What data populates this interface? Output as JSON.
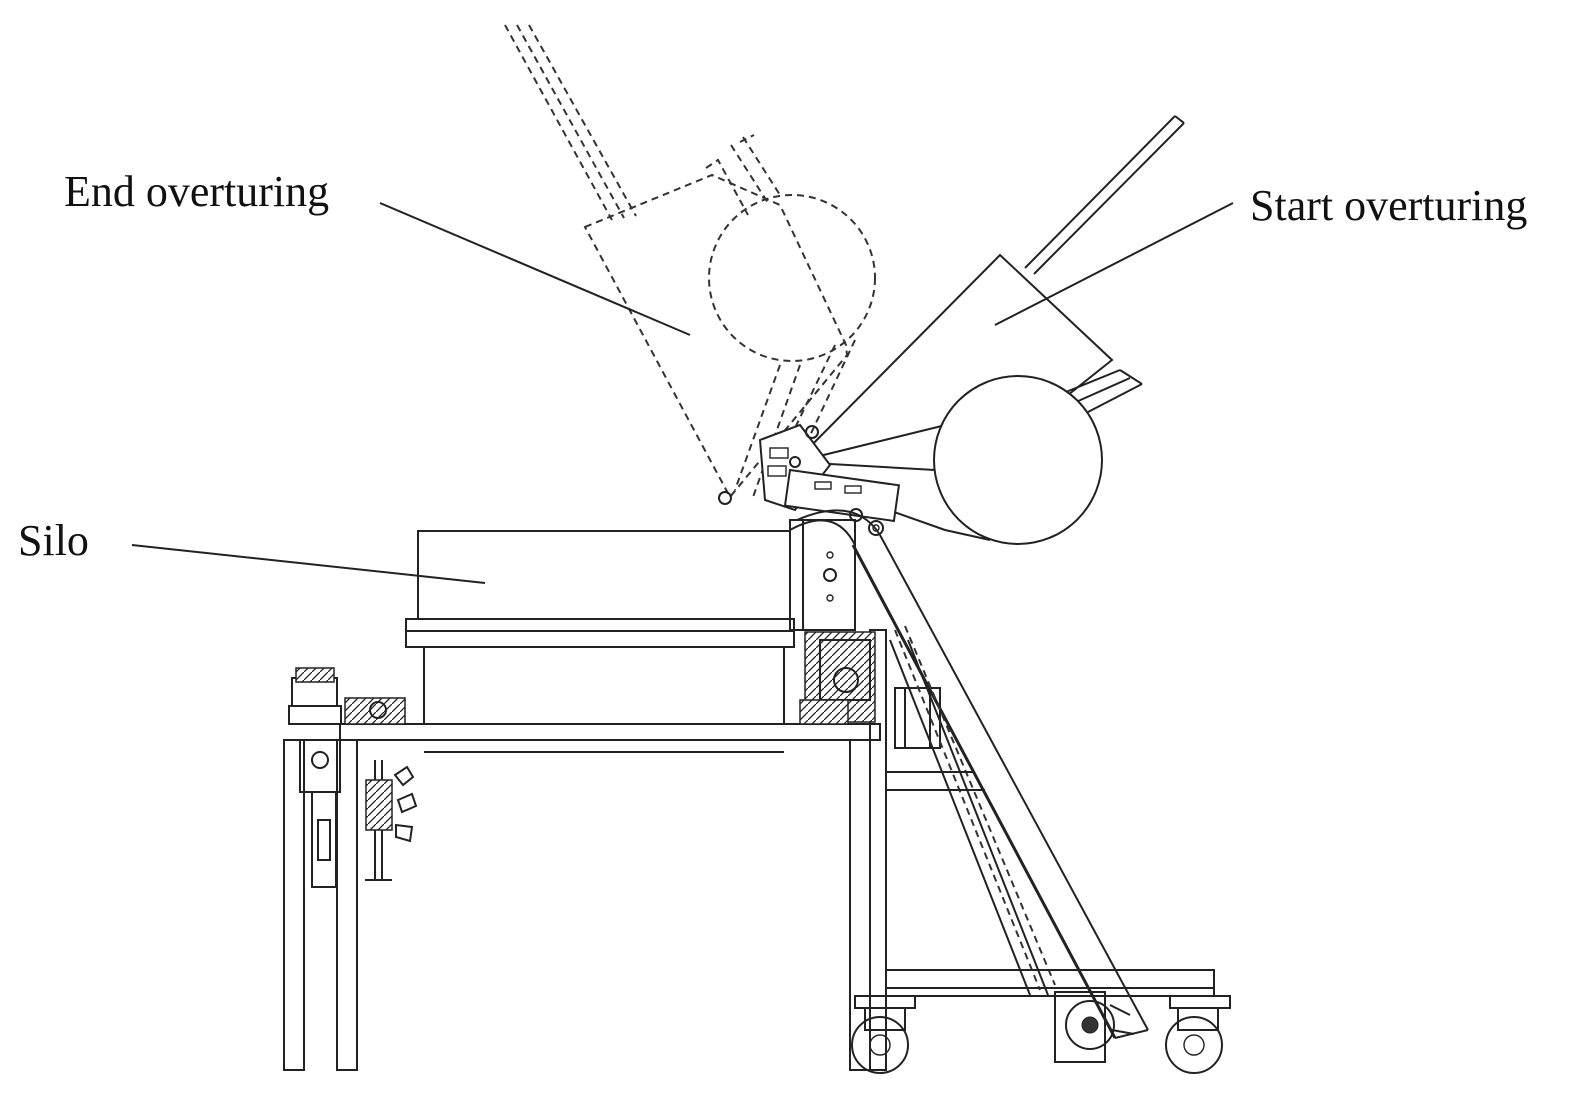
{
  "labels": {
    "end_overturing": "End overturing",
    "start_overturing": "Start overturing",
    "silo": "Silo"
  },
  "colors": {
    "line": "#222222",
    "background": "#ffffff"
  }
}
